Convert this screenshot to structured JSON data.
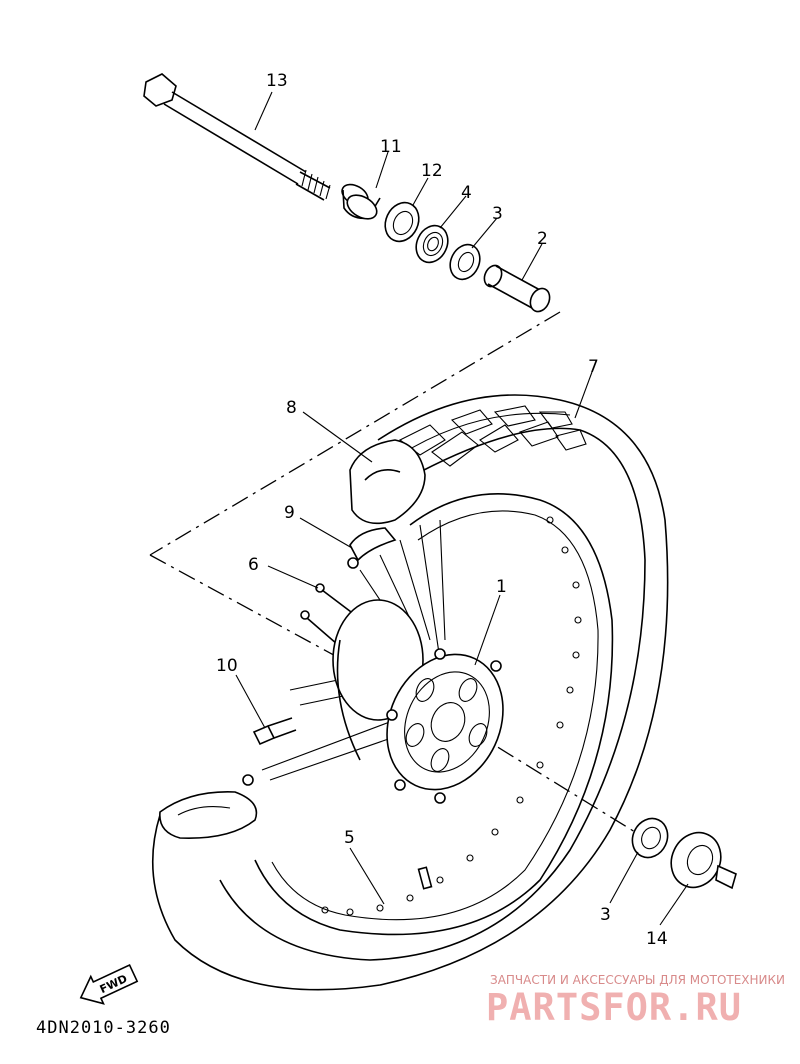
{
  "diagram": {
    "code": "4DN2010-3260",
    "fwd_label": "FWD",
    "callouts": [
      {
        "id": "13",
        "text": "13"
      },
      {
        "id": "11",
        "text": "11"
      },
      {
        "id": "12",
        "text": "12"
      },
      {
        "id": "4",
        "text": "4"
      },
      {
        "id": "3a",
        "text": "3"
      },
      {
        "id": "2",
        "text": "2"
      },
      {
        "id": "7",
        "text": "7"
      },
      {
        "id": "8",
        "text": "8"
      },
      {
        "id": "9",
        "text": "9"
      },
      {
        "id": "6",
        "text": "6"
      },
      {
        "id": "1",
        "text": "1"
      },
      {
        "id": "10",
        "text": "10"
      },
      {
        "id": "5",
        "text": "5"
      },
      {
        "id": "3b",
        "text": "3"
      },
      {
        "id": "14",
        "text": "14"
      }
    ]
  },
  "watermark": {
    "caption": "ЗАПЧАСТИ И АКСЕССУАРЫ ДЛЯ МОТОТЕХНИКИ",
    "logo": "PARTSFOR.RU"
  }
}
